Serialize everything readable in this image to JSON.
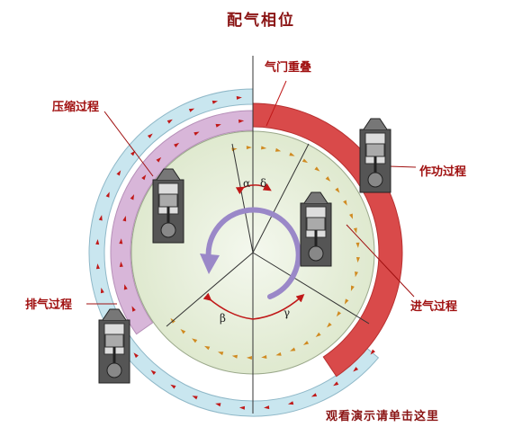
{
  "title": "配气相位",
  "labels": {
    "valve_overlap": "气门重叠",
    "compression": "压缩过程",
    "power": "作功过程",
    "exhaust": "排气过程",
    "intake": "进气过程"
  },
  "angles": {
    "alpha": "α",
    "delta": "δ",
    "beta": "β",
    "gamma": "γ"
  },
  "footer_link": "观看演示请单击这里",
  "colors": {
    "title": "#8a1414",
    "exhaust_band": "#c9e6ef",
    "compression_band": "#d8b6d9",
    "power_band": "#d94a4a",
    "intake_band": "#f4ddb0",
    "rotation_arrow": "#9a88c8",
    "angle_arrow": "#c01818",
    "inner_disc": "#e3ecd6"
  }
}
